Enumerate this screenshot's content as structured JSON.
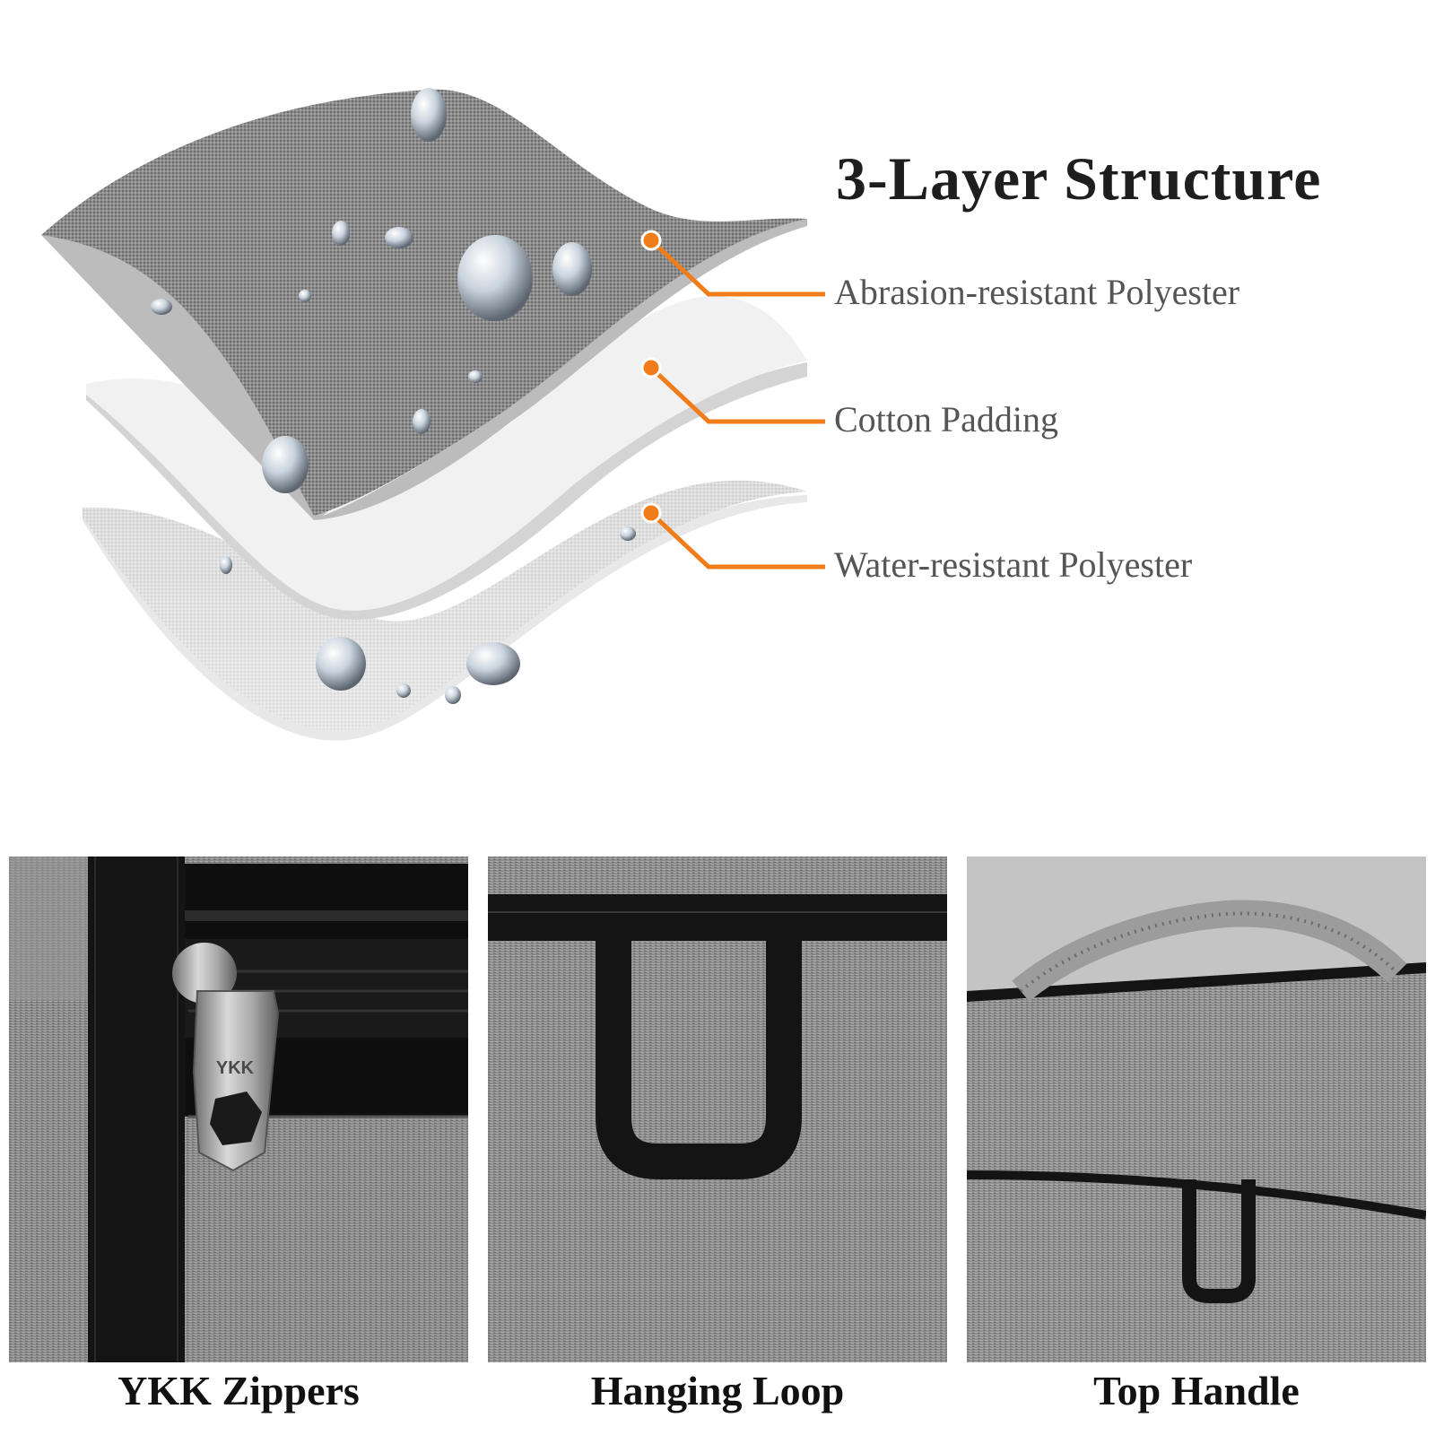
{
  "headline": "3-Layer Structure",
  "layers": [
    {
      "label": "Abrasion-resistant Polyester"
    },
    {
      "label": "Cotton Padding"
    },
    {
      "label": "Water-resistant Polyester"
    }
  ],
  "features": [
    {
      "caption": "YKK Zippers",
      "zipper_brand": "YKK"
    },
    {
      "caption": "Hanging Loop"
    },
    {
      "caption": "Top Handle"
    }
  ],
  "colors": {
    "accent": "#f07d1a",
    "fabric_gray": "#8a8a8a",
    "strap_black": "#111111"
  }
}
